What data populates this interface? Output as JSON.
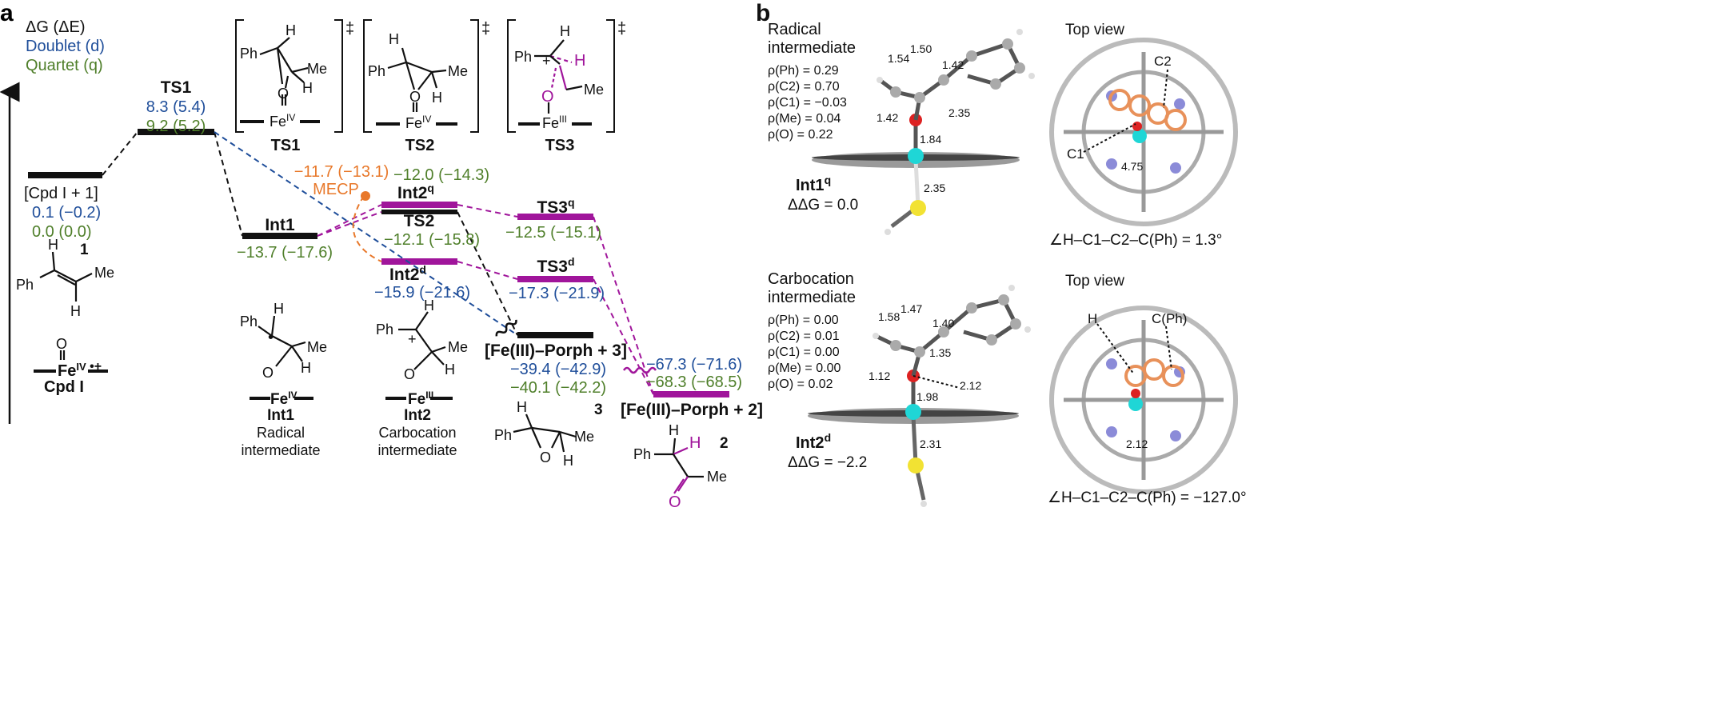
{
  "panel_a": {
    "label": "a",
    "legend": {
      "energy": "ΔG (ΔE)",
      "doublet": "Doublet (d)",
      "quartet": "Quartet (q)"
    },
    "levels": {
      "cpd1": {
        "name": "[Cpd I + 1]",
        "d": "0.1 (−0.2)",
        "q": "0.0 (0.0)"
      },
      "ts1": {
        "name": "TS1",
        "d": "8.3 (5.4)",
        "q": "9.2 (5.2)"
      },
      "int1": {
        "name": "Int1",
        "q": "−13.7 (−17.6)"
      },
      "mecp": {
        "name": "MECP",
        "value": "−11.7 (−13.1)"
      },
      "int2q": {
        "name": "Int2",
        "sup": "q",
        "value": "−12.0 (−14.3)"
      },
      "ts2": {
        "name": "TS2",
        "value": "−12.1 (−15.8)"
      },
      "int2d": {
        "name": "Int2",
        "sup": "d",
        "value": "−15.9 (−21.6)"
      },
      "ts3q": {
        "name": "TS3",
        "sup": "q",
        "value": "−12.5 (−15.1)"
      },
      "ts3d": {
        "name": "TS3",
        "sup": "d",
        "value": "−17.3 (−21.9)"
      },
      "p3": {
        "name": "[Fe(III)–Porph + 3]",
        "d": "−39.4 (−42.9)",
        "q": "−40.1 (−42.2)"
      },
      "p2": {
        "name": "[Fe(III)–Porph + 2]",
        "d": "−67.3 (−71.6)",
        "q": "−68.3 (−68.5)"
      }
    },
    "ts_structures": {
      "ts1": "TS1",
      "ts2": "TS2",
      "ts3": "TS3",
      "dagger": "‡"
    },
    "molecules": {
      "m1": "1",
      "cpd": "Cpd I",
      "int1": "Int1",
      "int1_desc1": "Radical",
      "int1_desc2": "intermediate",
      "int2": "Int2",
      "int2_desc1": "Carbocation",
      "int2_desc2": "intermediate",
      "m3": "3",
      "m2": "2"
    }
  },
  "panel_b": {
    "label": "b",
    "top": {
      "title1": "Radical",
      "title2": "intermediate",
      "rho": [
        "ρ(Ph) = 0.29",
        "ρ(C2) = 0.70",
        "ρ(C1) = −0.03",
        "ρ(Me) = 0.04",
        "ρ(O) = 0.22"
      ],
      "species": "Int1",
      "sup": "q",
      "ddg": "ΔΔG = 0.0",
      "dists": [
        "1.54",
        "1.50",
        "1.42",
        "1.42",
        "2.35",
        "1.84",
        "2.35"
      ],
      "view": "Top view",
      "view_labels": [
        "C2",
        "C1",
        "4.75"
      ],
      "dihedral": "∠H–C1–C2–C(Ph) = 1.3°"
    },
    "bottom": {
      "title1": "Carbocation",
      "title2": "intermediate",
      "rho": [
        "ρ(Ph) = 0.00",
        "ρ(C2) = 0.01",
        "ρ(C1) = 0.00",
        "ρ(Me) = 0.00",
        "ρ(O) = 0.02"
      ],
      "species": "Int2",
      "sup": "d",
      "ddg": "ΔΔG = −2.2",
      "dists": [
        "1.58",
        "1.47",
        "1.40",
        "1.35",
        "1.12",
        "2.12",
        "1.98",
        "2.31"
      ],
      "view": "Top view",
      "view_labels": [
        "H",
        "C(Ph)",
        "2.12"
      ],
      "dihedral": "∠H–C1–C2–C(Ph) = −127.0°"
    }
  },
  "colors": {
    "doublet": "#1f4e9a",
    "quartet": "#4f7f2a",
    "mecp": "#e8782a",
    "path": "#a0159b"
  }
}
